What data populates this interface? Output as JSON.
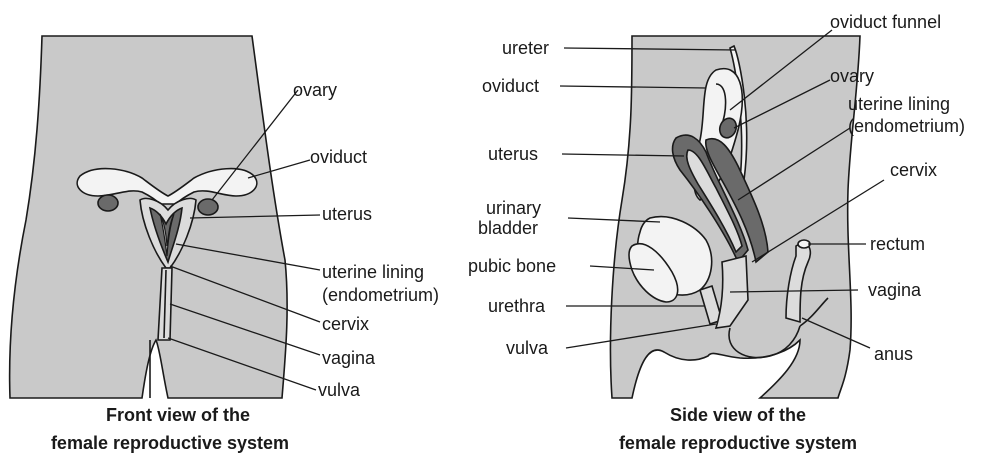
{
  "front": {
    "labels": {
      "ovary": "ovary",
      "oviduct": "oviduct",
      "uterus": "uterus",
      "uterine_lining_1": "uterine lining",
      "uterine_lining_2": "(endometrium)",
      "cervix": "cervix",
      "vagina": "vagina",
      "vulva": "vulva"
    },
    "caption_line1": "Front view of the",
    "caption_line2": "female reproductive system"
  },
  "side": {
    "labels": {
      "ureter": "ureter",
      "oviduct": "oviduct",
      "uterus": "uterus",
      "urinary_bladder_1": "urinary",
      "urinary_bladder_2": "bladder",
      "pubic_bone": "pubic bone",
      "urethra": "urethra",
      "vulva": "vulva",
      "oviduct_funnel": "oviduct funnel",
      "ovary": "ovary",
      "uterine_lining_1": "uterine lining",
      "uterine_lining_2": "(endometrium)",
      "cervix": "cervix",
      "rectum": "rectum",
      "vagina": "vagina",
      "anus": "anus"
    },
    "caption_line1": "Side view of the",
    "caption_line2": "female reproductive system"
  }
}
